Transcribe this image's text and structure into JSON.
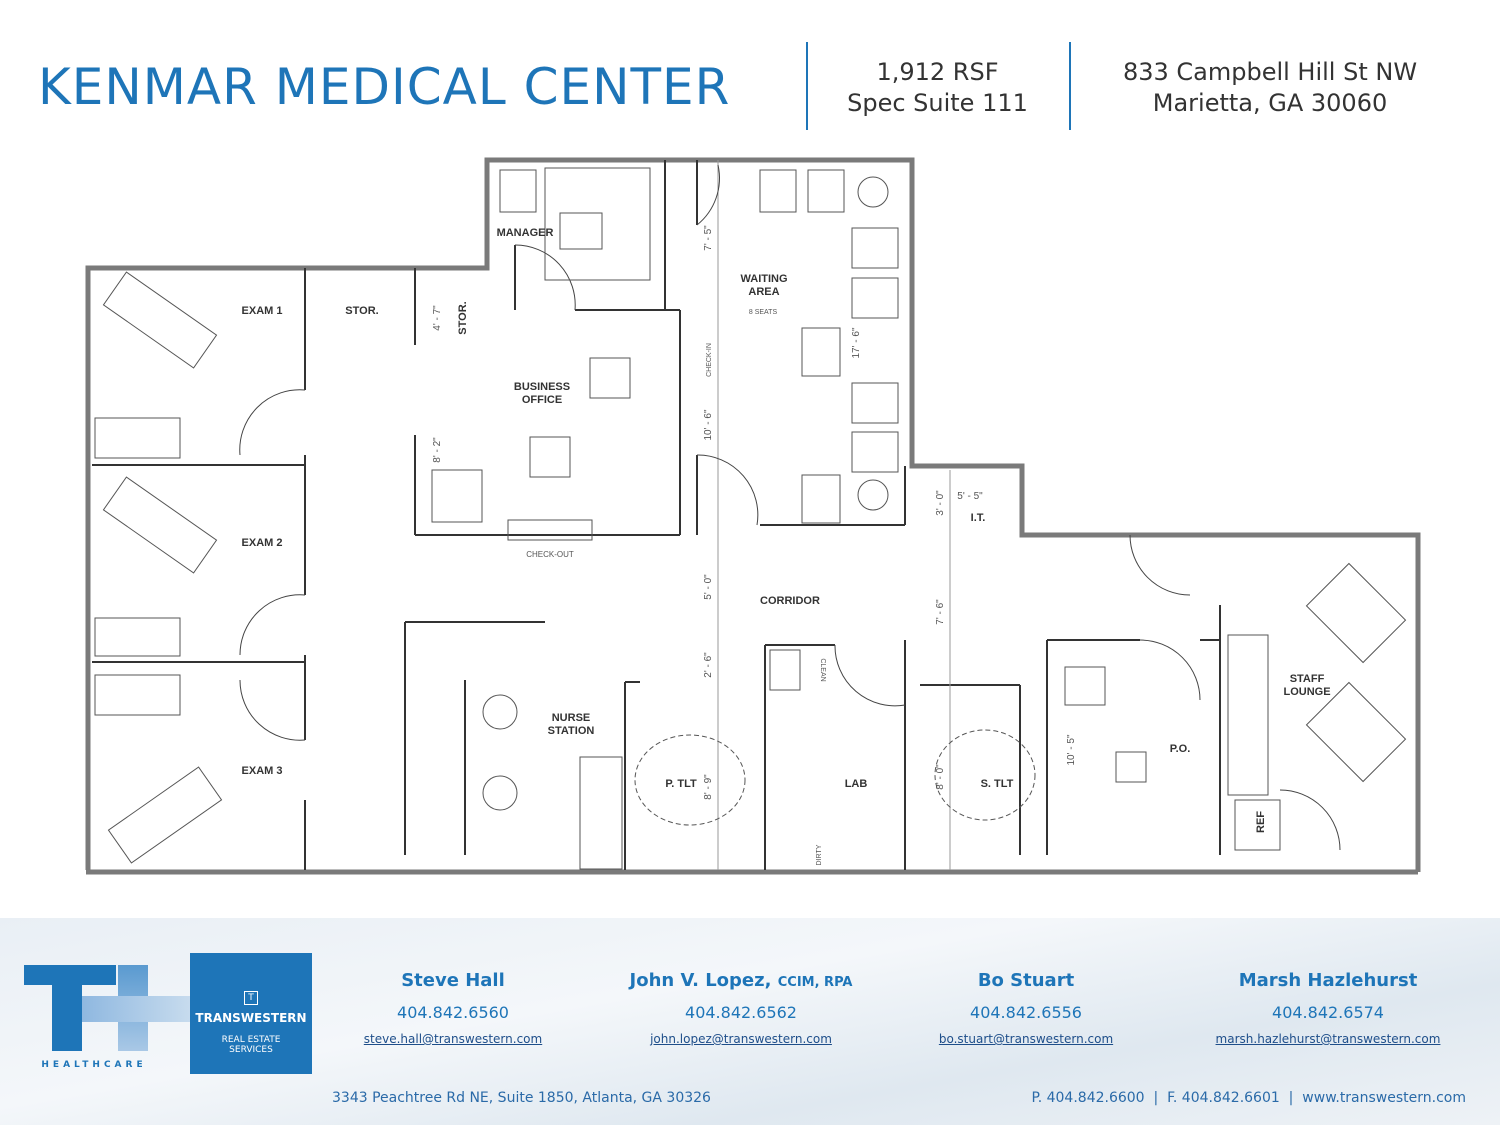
{
  "header": {
    "title": "KENMAR MEDICAL CENTER",
    "size": "1,912 RSF",
    "suite": "Spec Suite 111",
    "address_line1": "833 Campbell Hill St NW",
    "address_line2": "Marietta, GA 30060"
  },
  "plan": {
    "rooms": {
      "exam1": "EXAM 1",
      "exam2": "EXAM 2",
      "exam3": "EXAM 3",
      "stor1": "STOR.",
      "stor2": "STOR.",
      "manager": "MANAGER",
      "business1": "BUSINESS",
      "business2": "OFFICE",
      "waiting1": "WAITING",
      "waiting2": "AREA",
      "seats": "8 SEATS",
      "checkin": "CHECK-IN",
      "checkout": "CHECK-OUT",
      "it": "I.T.",
      "corridor": "CORRIDOR",
      "clean": "CLEAN",
      "dirty": "DIRTY",
      "nurse1": "NURSE",
      "nurse2": "STATION",
      "ptlt": "P. TLT",
      "lab": "LAB",
      "stlt": "S. TLT",
      "po": "P.O.",
      "staff1": "STAFF",
      "staff2": "LOUNGE",
      "ref": "REF"
    },
    "dims": {
      "d1": "4' - 7\"",
      "d2": "7' - 5\"",
      "d3": "10' - 6\"",
      "d4": "17' - 6\"",
      "d5": "8' - 2\"",
      "d6": "3' - 0\"",
      "d7": "5' - 5\"",
      "d8": "5' - 0\"",
      "d9": "7' - 6\"",
      "d10": "2' - 6\"",
      "d11": "8' - 9\"",
      "d12": "8' - 0\"",
      "d13": "10' - 5\""
    }
  },
  "footer": {
    "logo1": "HEALTHCARE",
    "logo2": "TRANSWESTERN",
    "logo3": "REAL ESTATE",
    "logo4": "SERVICES",
    "contacts": [
      {
        "name": "Steve Hall",
        "cred": "",
        "phone": "404.842.6560",
        "email": "steve.hall@transwestern.com"
      },
      {
        "name": "John V. Lopez,",
        "cred": "CCIM, RPA",
        "phone": "404.842.6562",
        "email": "john.lopez@transwestern.com"
      },
      {
        "name": "Bo Stuart",
        "cred": "",
        "phone": "404.842.6556",
        "email": "bo.stuart@transwestern.com"
      },
      {
        "name": "Marsh Hazlehurst",
        "cred": "",
        "phone": "404.842.6574",
        "email": "marsh.hazlehurst@transwestern.com"
      }
    ],
    "office_address": "3343 Peachtree Rd NE, Suite 1850, Atlanta, GA 30326",
    "office_contact": "P. 404.842.6600  |  F. 404.842.6601  |  www.transwestern.com"
  }
}
